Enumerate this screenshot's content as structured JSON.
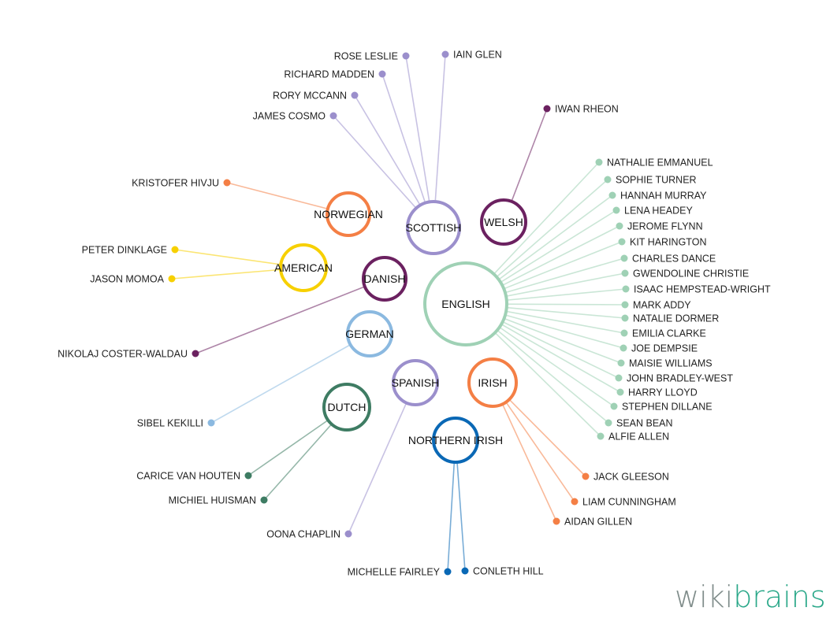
{
  "logo": {
    "part1": "wiki",
    "part2": "brains",
    "colors": {
      "wiki": "#7f8c8a",
      "brains": "#2aa889"
    }
  },
  "groups": [
    {
      "name": "ENGLISH",
      "color": "#9fd1b5",
      "members": [
        "NATHALIE EMMANUEL",
        "SOPHIE TURNER",
        "HANNAH MURRAY",
        "LENA HEADEY",
        "JEROME FLYNN",
        "KIT HARINGTON",
        "CHARLES DANCE",
        "GWENDOLINE CHRISTIE",
        "ISAAC HEMPSTEAD-WRIGHT",
        "MARK ADDY",
        "NATALIE DORMER",
        "EMILIA CLARKE",
        "JOE DEMPSIE",
        "MAISIE WILLIAMS",
        "JOHN BRADLEY-WEST",
        "HARRY LLOYD",
        "STEPHEN DILLANE",
        "SEAN BEAN",
        "ALFIE ALLEN"
      ]
    },
    {
      "name": "SCOTTISH",
      "color": "#9b8fcc",
      "members": [
        "ROSE LESLIE",
        "IAIN GLEN",
        "RICHARD MADDEN",
        "RORY MCCANN",
        "JAMES COSMO"
      ]
    },
    {
      "name": "WELSH",
      "color": "#6b2160",
      "members": [
        "IWAN RHEON"
      ]
    },
    {
      "name": "NORWEGIAN",
      "color": "#f47f45",
      "members": [
        "KRISTOFER HIVJU"
      ]
    },
    {
      "name": "AMERICAN",
      "color": "#f7d000",
      "members": [
        "PETER DINKLAGE",
        "JASON MOMOA"
      ]
    },
    {
      "name": "DANISH",
      "color": "#6b2160",
      "members": [
        "NIKOLAJ COSTER-WALDAU"
      ]
    },
    {
      "name": "GERMAN",
      "color": "#8bb9e0",
      "members": [
        "SIBEL KEKILLI"
      ]
    },
    {
      "name": "SPANISH",
      "color": "#9b8fcc",
      "members": [
        "OONA CHAPLIN"
      ]
    },
    {
      "name": "IRISH",
      "color": "#f47f45",
      "members": [
        "JACK GLEESON",
        "LIAM CUNNINGHAM",
        "AIDAN GILLEN"
      ]
    },
    {
      "name": "DUTCH",
      "color": "#3e7c63",
      "members": [
        "CARICE VAN HOUTEN",
        "MICHIEL HUISMAN"
      ]
    },
    {
      "name": "NORTHERN IRISH",
      "color": "#0a68b5",
      "members": [
        "MICHELLE FAIRLEY",
        "CONLETH HILL"
      ]
    }
  ]
}
